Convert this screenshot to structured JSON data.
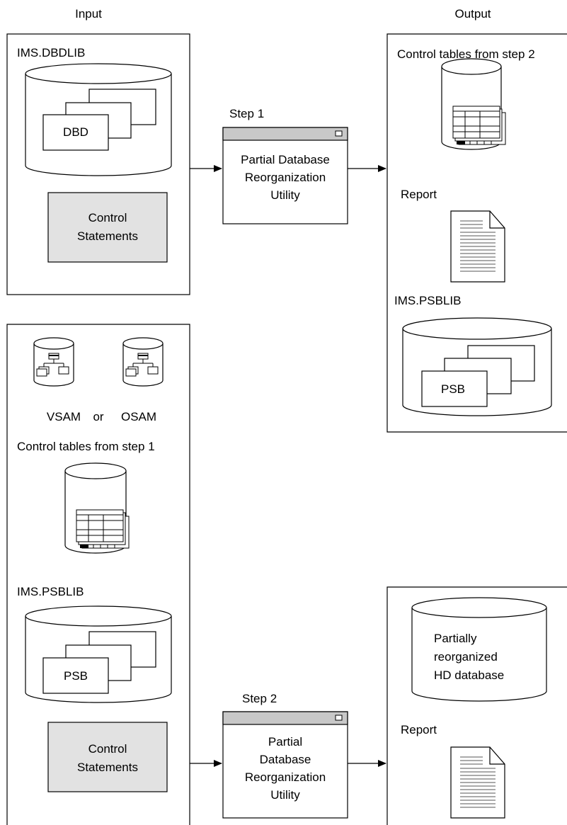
{
  "headers": {
    "input": "Input",
    "output": "Output"
  },
  "step1": {
    "label": "Step 1",
    "utility": [
      "Partial Database",
      "Reorganization",
      "Utility"
    ],
    "inputs": {
      "dbdlib": {
        "label": "IMS.DBDLIB",
        "member": "DBD"
      },
      "control_statements": [
        "Control",
        "Statements"
      ]
    },
    "outputs": {
      "control_tables": "Control tables from step 2",
      "report": "Report",
      "psblib": {
        "label": "IMS.PSBLIB",
        "member": "PSB"
      }
    }
  },
  "step2": {
    "label": "Step 2",
    "utility": [
      "Partial",
      "Database",
      "Reorganization",
      "Utility"
    ],
    "inputs": {
      "datasets_label": [
        "VSAM",
        "or",
        "OSAM"
      ],
      "control_tables": "Control tables from step 1",
      "psblib": {
        "label": "IMS.PSBLIB",
        "member": "PSB"
      },
      "control_statements": [
        "Control",
        "Statements"
      ]
    },
    "outputs": {
      "database": [
        "Partially",
        "reorganized",
        "HD database"
      ],
      "report": "Report"
    }
  },
  "colors": {
    "line": "#000000",
    "shaded": "#e2e2e2",
    "titlebar": "#c8c8c8"
  }
}
